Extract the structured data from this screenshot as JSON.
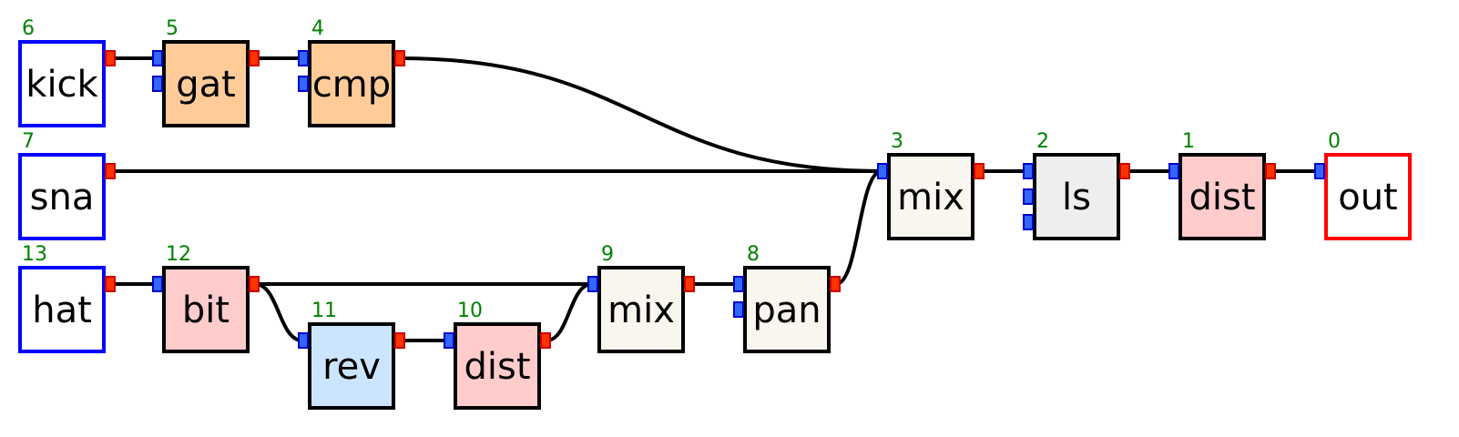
{
  "colors": {
    "background": "#ffffff",
    "wire": "#000000",
    "index_text": "#008000",
    "label_text": "#000000",
    "source_border": "#0000ff",
    "output_border": "#ff0000",
    "default_border": "#000000",
    "input_port_fill": "#3366ff",
    "input_port_stroke": "#0000cc",
    "output_port_fill": "#ff3300",
    "output_port_stroke": "#cc0000"
  },
  "nodes": [
    {
      "id": 0,
      "label": "out",
      "kind": "output",
      "fill": "#ffffff",
      "inputs": 1,
      "outputs": 0
    },
    {
      "id": 1,
      "label": "dist",
      "kind": "effect",
      "fill": "#ffcccc",
      "inputs": 1,
      "outputs": 1
    },
    {
      "id": 2,
      "label": "ls",
      "kind": "effect",
      "fill": "#eeeeee",
      "inputs": 3,
      "outputs": 1
    },
    {
      "id": 3,
      "label": "mix",
      "kind": "effect",
      "fill": "#f8f6ee",
      "inputs": 1,
      "outputs": 1
    },
    {
      "id": 4,
      "label": "cmp",
      "kind": "effect",
      "fill": "#ffcc99",
      "inputs": 2,
      "outputs": 1
    },
    {
      "id": 5,
      "label": "gat",
      "kind": "effect",
      "fill": "#ffcc99",
      "inputs": 2,
      "outputs": 1
    },
    {
      "id": 6,
      "label": "kick",
      "kind": "source",
      "fill": "#ffffff",
      "inputs": 0,
      "outputs": 1
    },
    {
      "id": 7,
      "label": "sna",
      "kind": "source",
      "fill": "#ffffff",
      "inputs": 0,
      "outputs": 1
    },
    {
      "id": 8,
      "label": "pan",
      "kind": "effect",
      "fill": "#f8f6ee",
      "inputs": 2,
      "outputs": 1
    },
    {
      "id": 9,
      "label": "mix",
      "kind": "effect",
      "fill": "#f8f6ee",
      "inputs": 1,
      "outputs": 1
    },
    {
      "id": 10,
      "label": "dist",
      "kind": "effect",
      "fill": "#ffcccc",
      "inputs": 1,
      "outputs": 1
    },
    {
      "id": 11,
      "label": "rev",
      "kind": "effect",
      "fill": "#cce5ff",
      "inputs": 1,
      "outputs": 1
    },
    {
      "id": 12,
      "label": "bit",
      "kind": "effect",
      "fill": "#ffcccc",
      "inputs": 1,
      "outputs": 1
    },
    {
      "id": 13,
      "label": "hat",
      "kind": "source",
      "fill": "#ffffff",
      "inputs": 0,
      "outputs": 1
    }
  ],
  "edges": [
    {
      "from": 6,
      "to": 5,
      "port": 0
    },
    {
      "from": 5,
      "to": 4,
      "port": 0
    },
    {
      "from": 4,
      "to": 3,
      "port": 0
    },
    {
      "from": 7,
      "to": 3,
      "port": 0
    },
    {
      "from": 8,
      "to": 3,
      "port": 0
    },
    {
      "from": 3,
      "to": 2,
      "port": 0
    },
    {
      "from": 2,
      "to": 1,
      "port": 0
    },
    {
      "from": 1,
      "to": 0,
      "port": 0
    },
    {
      "from": 13,
      "to": 12,
      "port": 0
    },
    {
      "from": 12,
      "to": 11,
      "port": 0
    },
    {
      "from": 12,
      "to": 9,
      "port": 0
    },
    {
      "from": 11,
      "to": 10,
      "port": 0
    },
    {
      "from": 10,
      "to": 9,
      "port": 0
    },
    {
      "from": 9,
      "to": 8,
      "port": 0
    }
  ]
}
